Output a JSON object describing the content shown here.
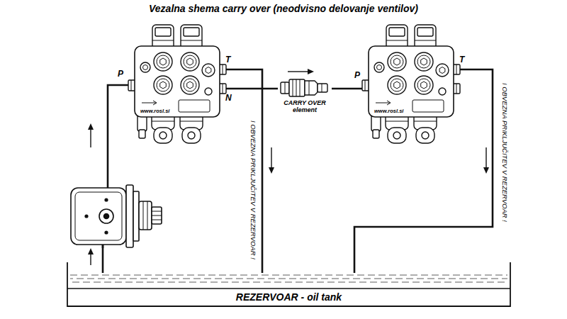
{
  "diagram": {
    "title": "Vezalna shema carry over (neodvisno delovanje ventilov)",
    "nodes": [
      {
        "text": [
          "www.rosl.si"
        ]
      },
      {
        "text": [
          "CARRY OVER element"
        ]
      },
      {
        "text": [
          "www.rosl.si"
        ]
      },
      {
        "text": [
          "REZERVOAR - oil tank"
        ]
      }
    ],
    "edges": [
      {
        "from": 0,
        "to": 1,
        "arrow": "none"
      },
      {
        "from": 1,
        "to": 2,
        "arrow": "none"
      },
      {
        "from": 0,
        "to": 3,
        "arrow": "none"
      },
      {
        "from": 2,
        "to": 3,
        "arrow": "none"
      },
      {
        "from": 3,
        "to": 0,
        "arrow": "none"
      }
    ],
    "labels": [
      "P",
      "T",
      "N",
      "I OBVEZNA PRIKLJUČITEV V REZERVOAR !",
      "P",
      "T",
      "I OBVEZNA PRIKLJUČITEV V REZERVOAR !"
    ]
  }
}
